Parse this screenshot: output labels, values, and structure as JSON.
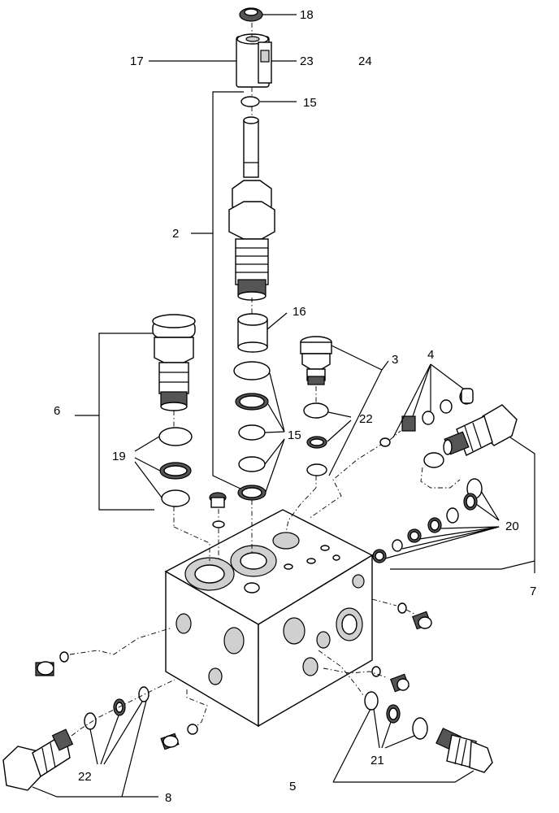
{
  "callouts": {
    "c18": "18",
    "c17": "17",
    "c23": "23",
    "c24": "24",
    "c15_top": "15",
    "c2": "2",
    "c16": "16",
    "c6": "6",
    "c3": "3",
    "c4": "4",
    "c22_mid": "22",
    "c15_mid": "15",
    "c19": "19",
    "c20": "20",
    "c7": "7",
    "c22_bot": "22",
    "c21": "21",
    "c5": "5",
    "c8": "8"
  },
  "colors": {
    "line": "#000000",
    "shade": "#d0d0d0",
    "background": "#ffffff"
  }
}
